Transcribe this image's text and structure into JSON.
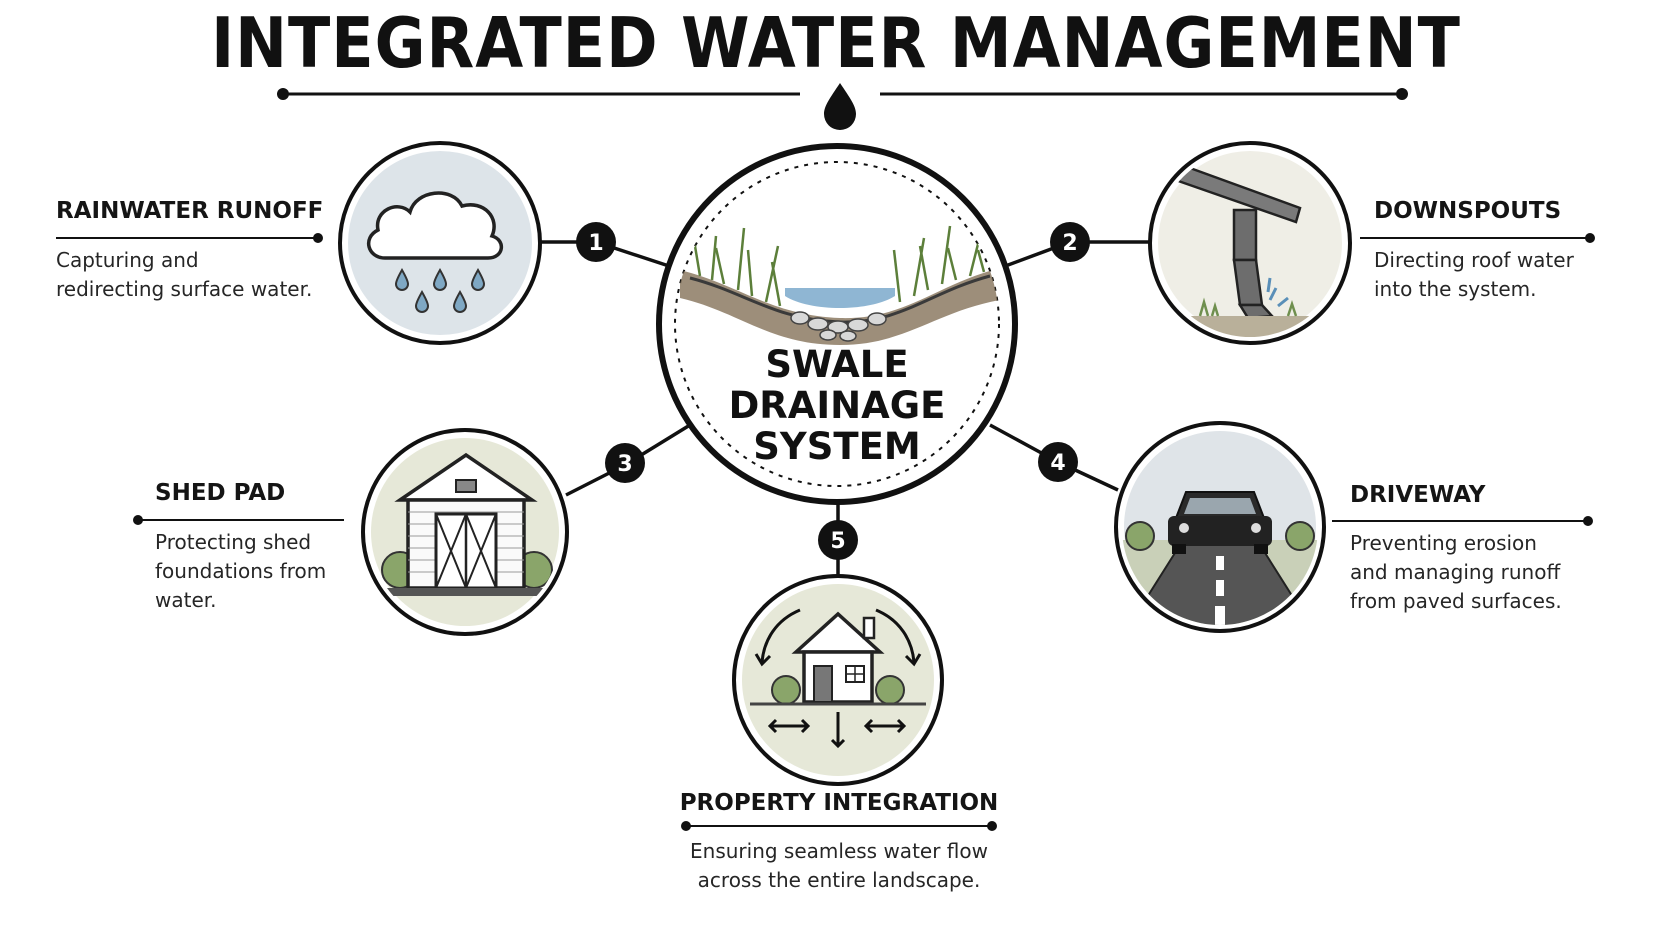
{
  "title": "INTEGRATED WATER MANAGEMENT",
  "hub": {
    "lines": [
      "SWALE",
      "DRAINAGE",
      "SYSTEM"
    ]
  },
  "nodes": [
    {
      "number": "1",
      "title": "RAINWATER RUNOFF",
      "desc": [
        "Capturing and",
        "redirecting surface water."
      ],
      "icon": "rain-cloud-icon"
    },
    {
      "number": "2",
      "title": "DOWNSPOUTS",
      "desc": [
        "Directing roof water",
        "into the system."
      ],
      "icon": "downspout-icon"
    },
    {
      "number": "3",
      "title": "SHED PAD",
      "desc": [
        "Protecting shed",
        "foundations from",
        "water."
      ],
      "icon": "shed-icon"
    },
    {
      "number": "4",
      "title": "DRIVEWAY",
      "desc": [
        "Preventing erosion",
        "and managing runoff",
        "from paved surfaces."
      ],
      "icon": "car-road-icon"
    },
    {
      "number": "5",
      "title": "PROPERTY INTEGRATION",
      "desc": [
        "Ensuring seamless water flow",
        "across the entire landscape."
      ],
      "icon": "house-flow-icon"
    }
  ],
  "colors": {
    "ink": "#111111",
    "water": "#7fa8c4",
    "grass": "#6f8f4e",
    "sky": "#dfe6ea",
    "ground": "#e6e8d8"
  }
}
